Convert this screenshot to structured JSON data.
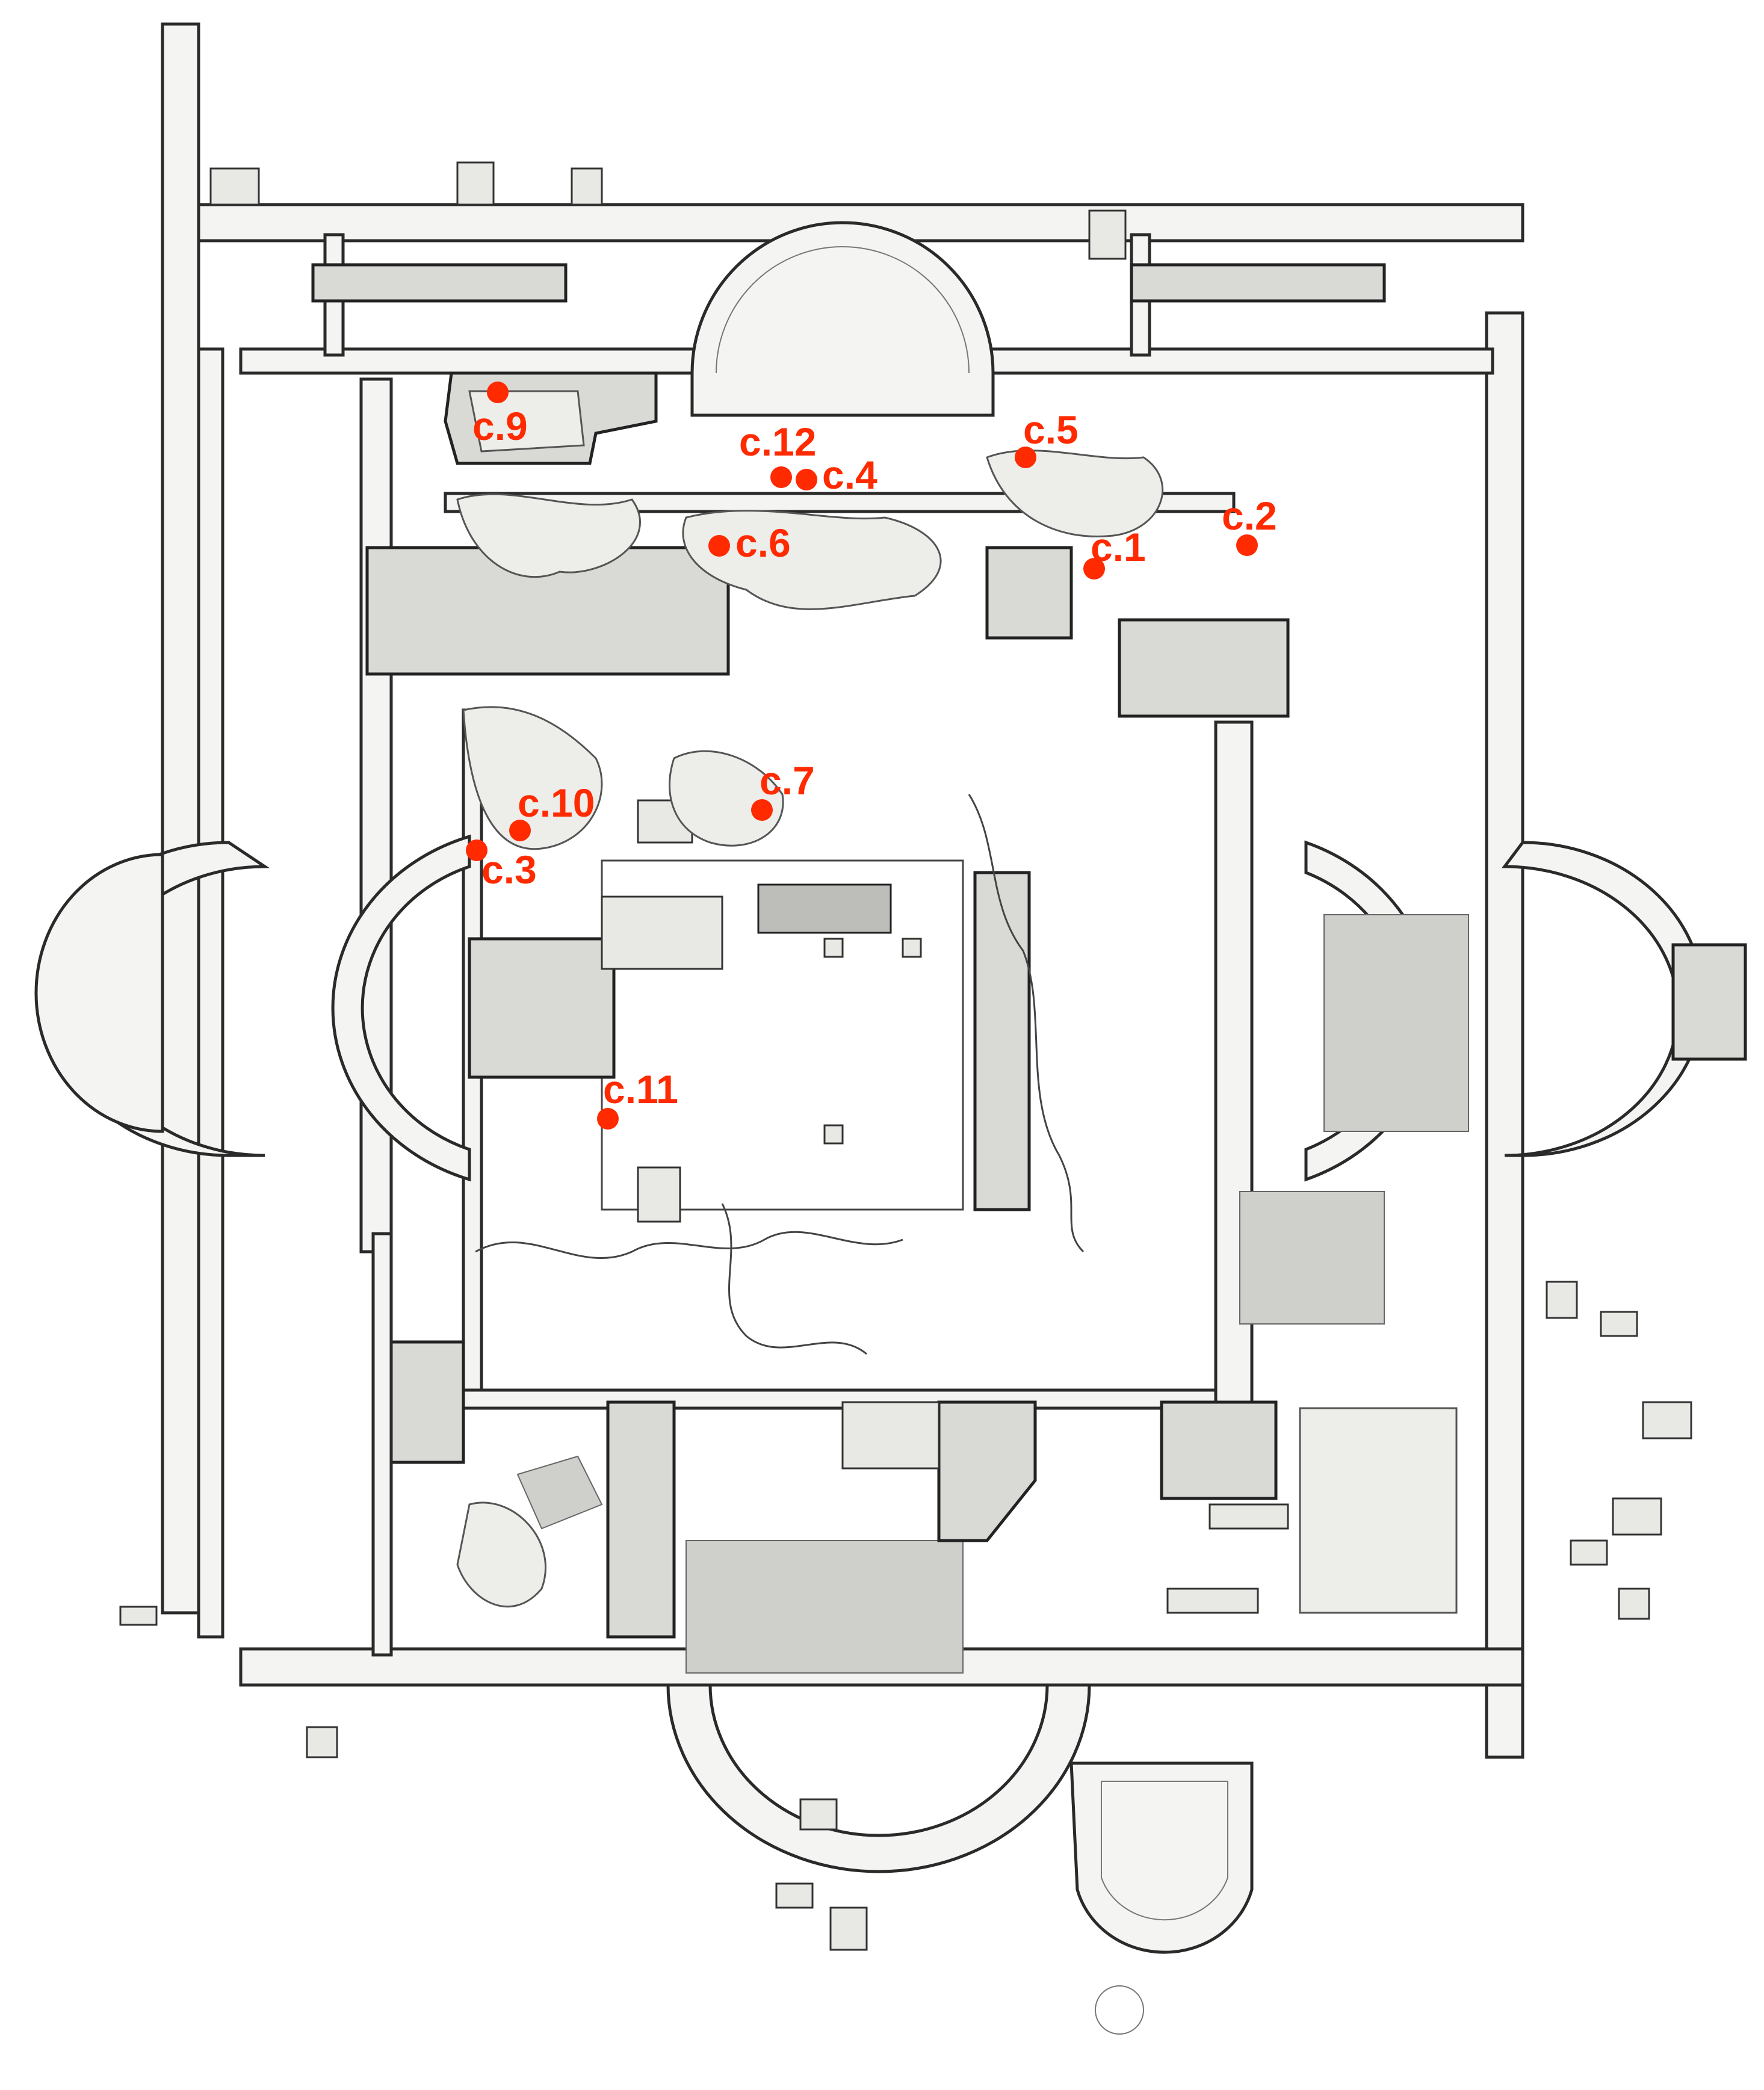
{
  "map": {
    "markers": [
      {
        "id": "c1",
        "label": "c.1"
      },
      {
        "id": "c2",
        "label": "c.2"
      },
      {
        "id": "c3",
        "label": "c.3"
      },
      {
        "id": "c4",
        "label": "c.4"
      },
      {
        "id": "c5",
        "label": "c.5"
      },
      {
        "id": "c6",
        "label": "c.6"
      },
      {
        "id": "c7",
        "label": "c.7"
      },
      {
        "id": "c9",
        "label": "c.9"
      },
      {
        "id": "c10",
        "label": "c.10"
      },
      {
        "id": "c11",
        "label": "c.11"
      },
      {
        "id": "c12",
        "label": "c.12"
      }
    ],
    "colors": {
      "marker": "#ff2a00",
      "ink": "#2a2a2a",
      "background": "#ffffff"
    }
  }
}
